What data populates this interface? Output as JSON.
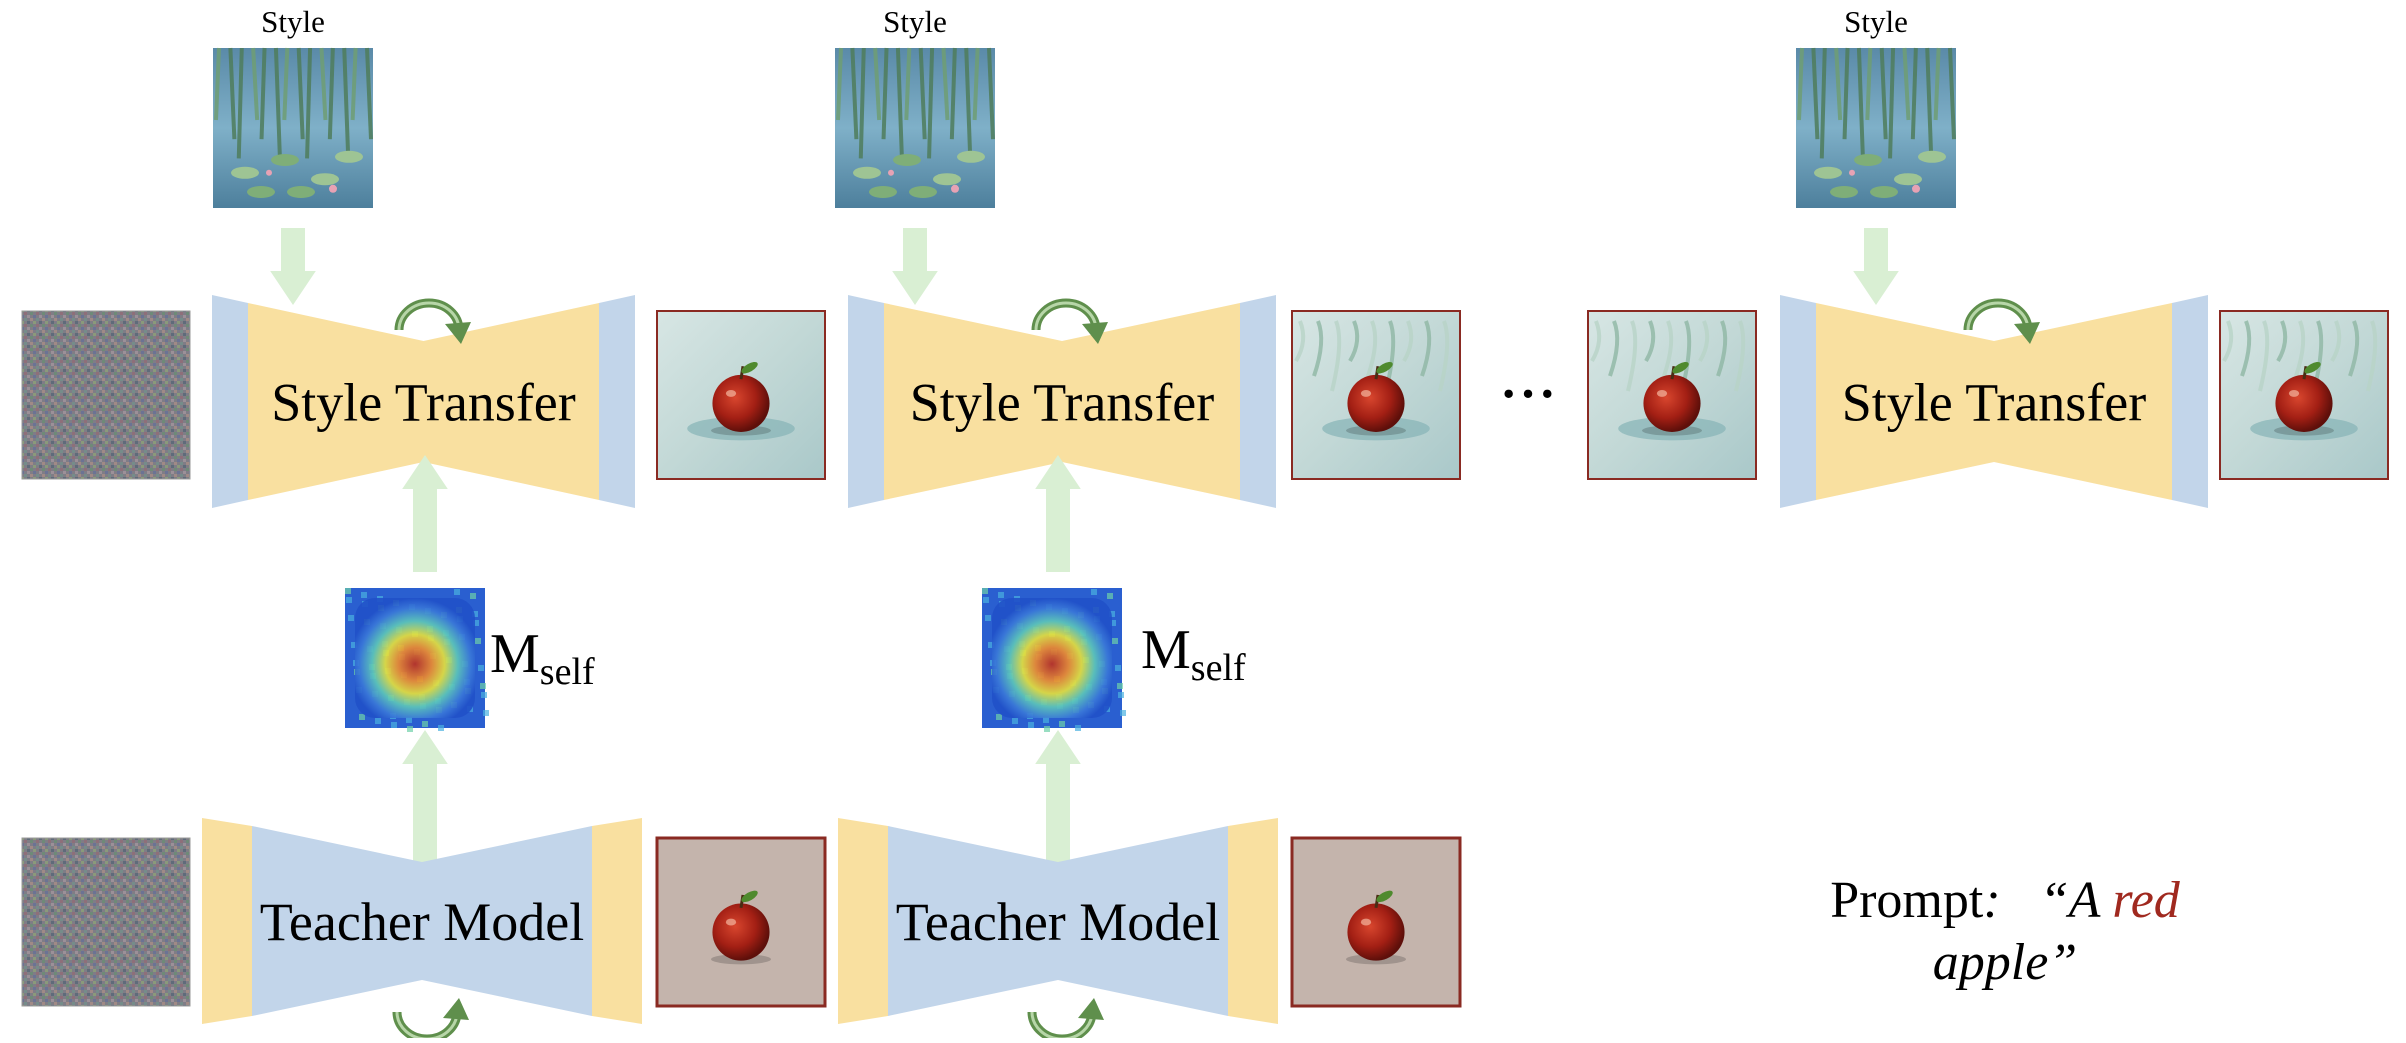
{
  "style_label": "Style",
  "style_transfer_label": "Style Transfer",
  "teacher_model_label": "Teacher Model",
  "mself": {
    "main": "M",
    "sub": "self"
  },
  "ellipsis": "···",
  "prompt": {
    "prefix": "Prompt",
    "colon": ":",
    "quote_open": "“A ",
    "red_word": "red",
    "line2": "apple”"
  },
  "colors": {
    "bar_yellow": "#f9e0a0",
    "bar_blue": "#c2d5ea",
    "arrow_green": "#d9efd3",
    "cycle_green": "#5f8f4c",
    "accent_red": "#a0291f",
    "photo_border": "#8a2a22"
  }
}
